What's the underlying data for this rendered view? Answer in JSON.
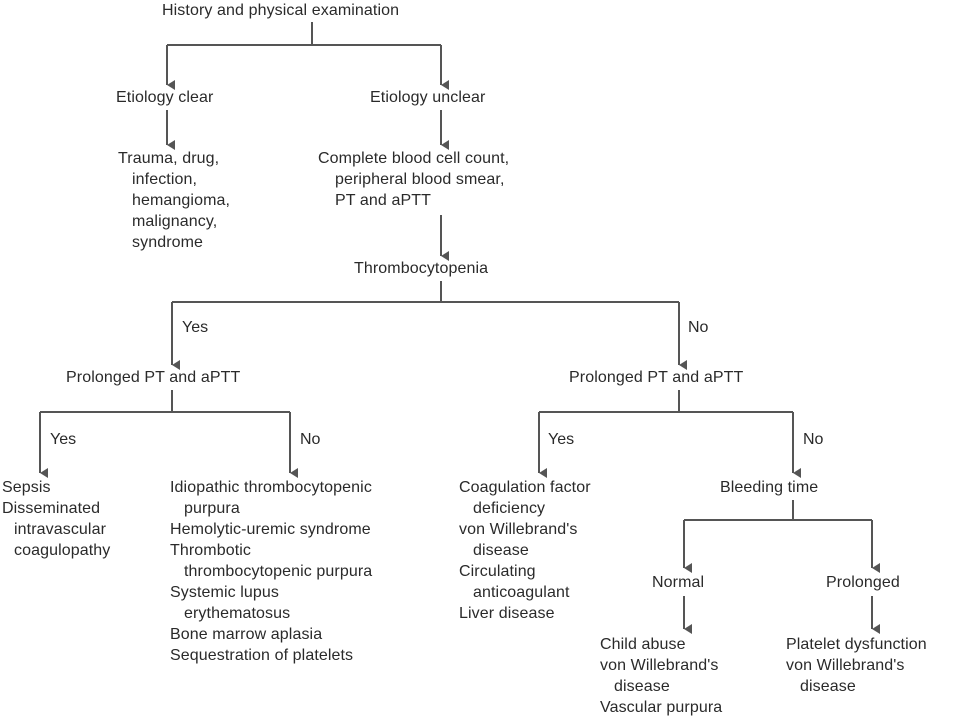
{
  "colors": {
    "line": "#555555",
    "text": "#2a2a2a",
    "background": "#ffffff"
  },
  "nodes": {
    "history": [
      "History and physical examination"
    ],
    "etiology_clear": [
      "Etiology clear"
    ],
    "etiology_unclear": [
      "Etiology unclear"
    ],
    "clear_causes": [
      "Trauma, drug,",
      "infection,",
      "hemangioma,",
      "malignancy,",
      "syndrome"
    ],
    "labs": [
      "Complete blood cell count,",
      "peripheral blood smear,",
      "PT and aPTT"
    ],
    "thrombocytopenia": [
      "Thrombocytopenia"
    ],
    "prolonged_left": [
      "Prolonged PT and aPTT"
    ],
    "prolonged_right": [
      "Prolonged PT and aPTT"
    ],
    "sepsis_dic": [
      "Sepsis",
      "Disseminated",
      "intravascular",
      "coagulopathy"
    ],
    "itp_list": [
      "Idiopathic thrombocytopenic",
      "purpura",
      "Hemolytic-uremic syndrome",
      "Thrombotic",
      "thrombocytopenic purpura",
      "Systemic lupus",
      "erythematosus",
      "Bone marrow aplasia",
      "Sequestration of platelets"
    ],
    "coag_list": [
      "Coagulation factor",
      "deficiency",
      "von Willebrand's",
      "disease",
      "Circulating",
      "anticoagulant",
      "Liver disease"
    ],
    "bleeding_time": [
      "Bleeding time"
    ],
    "normal": [
      "Normal"
    ],
    "prolonged_bt": [
      "Prolonged"
    ],
    "normal_list": [
      "Child abuse",
      "von Willebrand's",
      "disease",
      "Vascular purpura"
    ],
    "prolonged_list": [
      "Platelet dysfunction",
      "von Willebrand's",
      "disease"
    ]
  },
  "edge_labels": {
    "thrombo_yes": "Yes",
    "thrombo_no": "No",
    "left_yes": "Yes",
    "left_no": "No",
    "right_yes": "Yes",
    "right_no": "No"
  }
}
